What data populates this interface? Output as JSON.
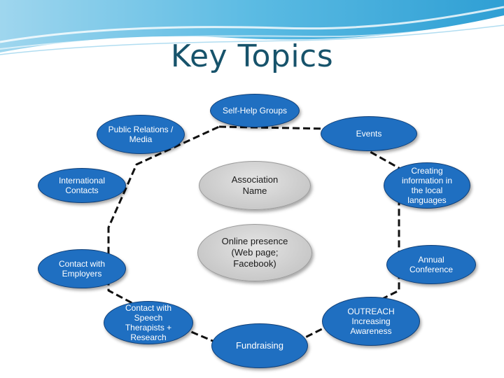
{
  "title": "Key Topics",
  "colors": {
    "node_blue": "#1f6fc1",
    "node_grey": "#c9c9c9",
    "title": "#17536b",
    "banner": "#3aa8d8"
  },
  "center": {
    "association": "Association Name",
    "online": "Online presence (Web page; Facebook)"
  },
  "nodes": {
    "self_help": "Self-Help Groups",
    "public_relations": "Public Relations / Media",
    "events": "Events",
    "international": "International Contacts",
    "creating_info": "Creating information in the local languages",
    "employers": "Contact with Employers",
    "annual_conference": "Annual Conference",
    "speech_therapists": "Contact with Speech Therapists + Research",
    "outreach": "OUTREACH Increasing Awareness",
    "fundraising": "Fundraising"
  }
}
